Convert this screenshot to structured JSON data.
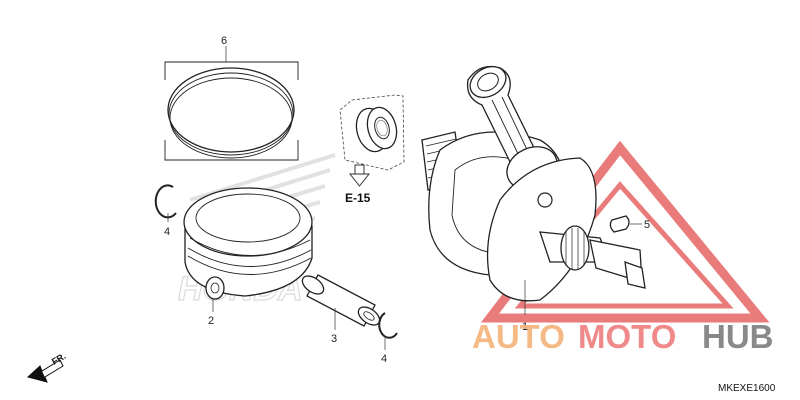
{
  "callouts": [
    {
      "id": "6",
      "label": "6"
    },
    {
      "id": "4a",
      "label": "4"
    },
    {
      "id": "2",
      "label": "2"
    },
    {
      "id": "3",
      "label": "3"
    },
    {
      "id": "4b",
      "label": "4"
    },
    {
      "id": "1",
      "label": "1"
    },
    {
      "id": "5",
      "label": "5"
    }
  ],
  "reference_label": "E-15",
  "direction_label": "FR.",
  "diagram_code": "MKEXE1600",
  "watermark": {
    "logo_word": "HONDA",
    "site_parts": [
      "AUTO",
      "MOTO",
      "HUB"
    ],
    "colors": {
      "auto": "#f4b27a",
      "moto": "#ef7e7e",
      "hub": "#7d7d7d",
      "triangle": "#e35050"
    }
  },
  "icons": [
    "direction-arrow-icon",
    "down-arrow-icon",
    "watermark-triangle-icon"
  ]
}
